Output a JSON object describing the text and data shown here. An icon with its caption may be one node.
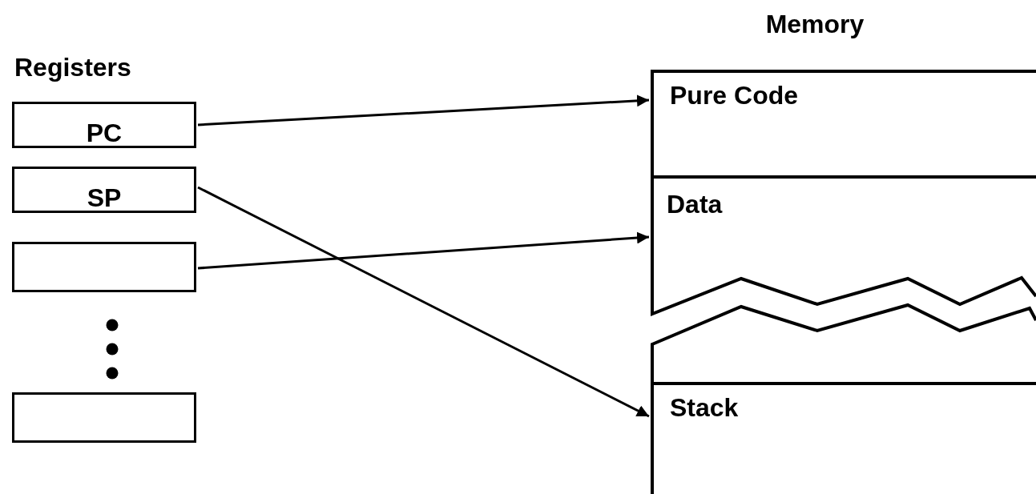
{
  "diagram": {
    "nodes": [
      {
        "text": [
          "PC"
        ]
      },
      {
        "text": [
          "SP"
        ]
      },
      {
        "text": [],
        "shape": "box"
      },
      {
        "text": [],
        "shape": "box"
      },
      {
        "text": [
          "Memory"
        ]
      },
      {
        "text": [
          "Pure Code"
        ],
        "in": 4
      },
      {
        "text": [
          "Data"
        ],
        "in": 4
      },
      {
        "text": [],
        "shape": "box",
        "in": 4
      },
      {
        "text": [
          "Stack"
        ],
        "in": 4
      }
    ],
    "edges": [
      {
        "from": 0,
        "to": 5,
        "arrow": "to"
      },
      {
        "from": 1,
        "to": 8,
        "arrow": "to"
      },
      {
        "from": 2,
        "to": 6,
        "arrow": "to"
      }
    ],
    "labels": [
      "Registers"
    ]
  }
}
